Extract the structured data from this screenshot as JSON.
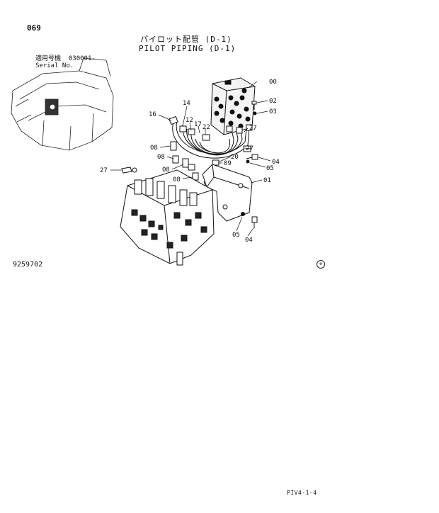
{
  "header": {
    "page_number": "069",
    "title_jp": "パイロット配管 (D-1)",
    "title_en": "PILOT PIPING (D-1)",
    "serial_label_jp": "適用号機",
    "serial_value": "030001-",
    "serial_label_en": "Serial No."
  },
  "callouts": {
    "c00": "00",
    "c02": "02",
    "c03": "03",
    "c16": "16",
    "c14": "14",
    "c12": "12",
    "c17": "17",
    "c22": "22",
    "c27a": "27",
    "c08a": "08",
    "c27b": "27",
    "c08b": "08",
    "c20": "20",
    "c04a": "04",
    "c09": "09",
    "c05a": "05",
    "c27c": "27",
    "c08c": "08",
    "c08d": "08",
    "c01": "01",
    "c05b": "05",
    "c04b": "04"
  },
  "footer": {
    "document_number": "9259702",
    "page_code": "PIV4-1-4"
  }
}
